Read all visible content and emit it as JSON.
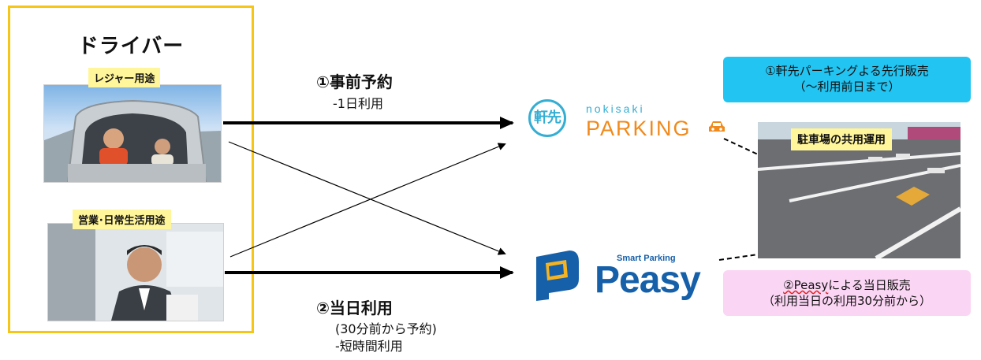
{
  "driver": {
    "title": "ドライバー",
    "leisure_label": "レジャー用途",
    "business_label": "営業･日常生活用途"
  },
  "step1": {
    "title": "①事前予約",
    "subtitle": "-1日利用"
  },
  "step2": {
    "title": "②当日利用",
    "line1": "(30分前から予約)",
    "line2": "-短時間利用"
  },
  "nokisaki_logo": {
    "circle_text": "軒先",
    "small_text": "nokisaki",
    "main_text": "PARKING",
    "icon": "car-icon",
    "color_blue": "#35aed3",
    "color_orange": "#f08a1c"
  },
  "peasy_logo": {
    "small_text": "Smart Parking",
    "main_text": "Peasy",
    "color": "#1660a9"
  },
  "nokisaki_sale": {
    "line1": "①軒先パーキングよる先行販売",
    "line2": "（～利用前日まで）",
    "color": "#22c4f2"
  },
  "peasy_sale": {
    "line1_brand": "②Peasy",
    "line1_rest": "による当日販売",
    "line2": "（利用当日の利用30分前から）",
    "color": "#fbd5f4"
  },
  "parking_lot": {
    "label": "駐車場の共用運用"
  },
  "colors": {
    "frame": "#f5c518",
    "label_bg": "#fff59a"
  }
}
